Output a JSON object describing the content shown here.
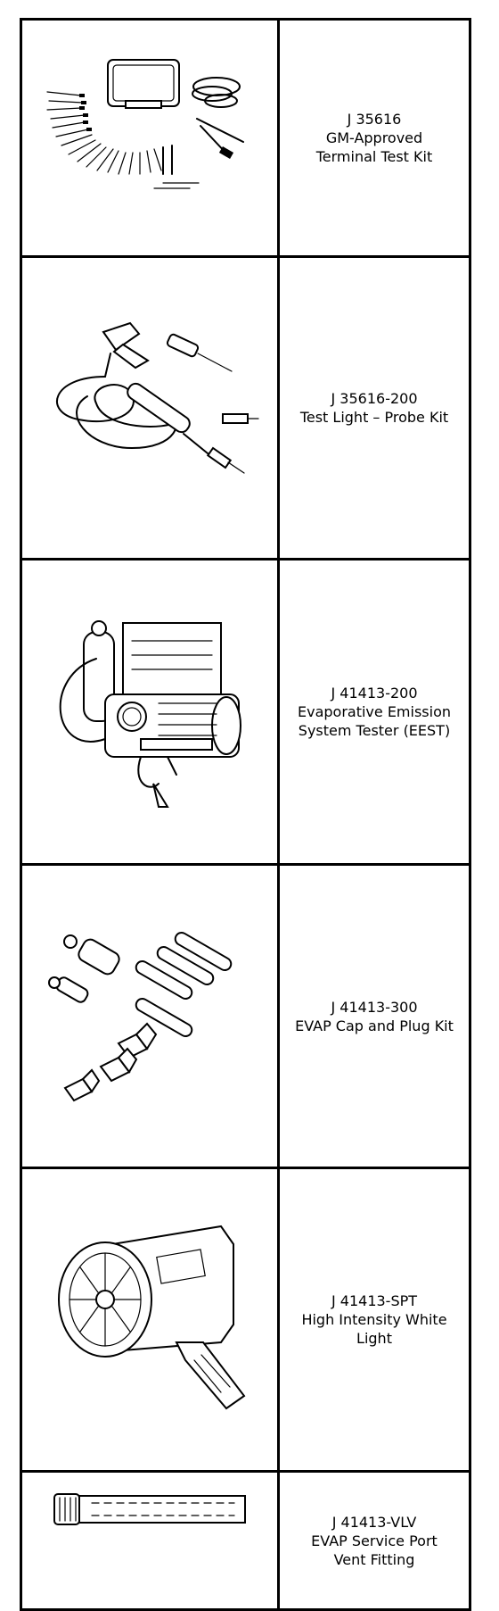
{
  "tools": [
    {
      "number": "J 35616",
      "name_lines": [
        "GM-Approved",
        "Terminal Test Kit"
      ],
      "icon": "terminal-test-kit-icon"
    },
    {
      "number": "J 35616-200",
      "name_lines": [
        "Test Light – Probe Kit"
      ],
      "icon": "test-light-probe-kit-icon"
    },
    {
      "number": "J 41413-200",
      "name_lines": [
        "Evaporative Emission",
        "System Tester (EEST)"
      ],
      "icon": "evap-emission-tester-icon"
    },
    {
      "number": "J 41413-300",
      "name_lines": [
        "EVAP Cap and Plug Kit"
      ],
      "icon": "evap-cap-plug-kit-icon"
    },
    {
      "number": "J 41413-SPT",
      "name_lines": [
        "High Intensity White",
        "Light"
      ],
      "icon": "high-intensity-light-icon"
    },
    {
      "number": "J 41413-VLV",
      "name_lines": [
        "EVAP Service Port",
        "Vent Fitting"
      ],
      "icon": "service-port-vent-fitting-icon"
    }
  ]
}
